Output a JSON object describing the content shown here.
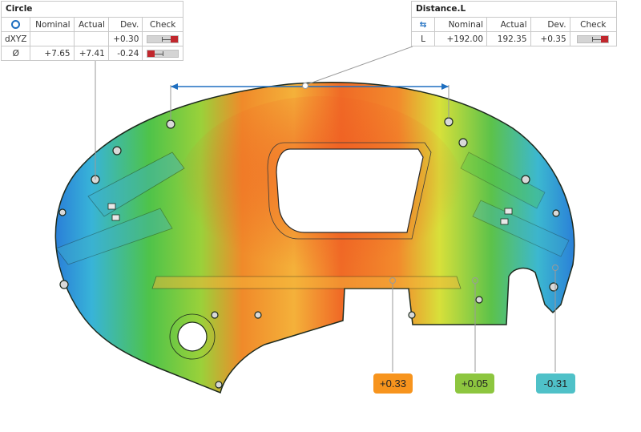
{
  "circle_panel": {
    "title": "Circle",
    "icon": "circle-icon",
    "headers": [
      "Nominal",
      "Actual",
      "Dev.",
      "Check"
    ],
    "rows": [
      {
        "label": "dXYZ",
        "nominal": "",
        "actual": "",
        "dev": "+0.30",
        "check": "out-of-tolerance-high"
      },
      {
        "label": "Ø",
        "nominal": "+7.65",
        "actual": "+7.41",
        "dev": "-0.24",
        "check": "out-of-tolerance-low"
      }
    ]
  },
  "distance_panel": {
    "title": "Distance.L",
    "icon": "distance-arrows-icon",
    "headers": [
      "Nominal",
      "Actual",
      "Dev.",
      "Check"
    ],
    "rows": [
      {
        "label": "L",
        "nominal": "+192.00",
        "actual": "192.35",
        "dev": "+0.35",
        "check": "out-of-tolerance-high"
      }
    ]
  },
  "deviation_labels": [
    {
      "value": "+0.33",
      "color": "#f7941d"
    },
    {
      "value": "+0.05",
      "color": "#8dc63f"
    },
    {
      "value": "-0.31",
      "color": "#4fc1c8"
    }
  ],
  "colors": {
    "dimension_line": "#1f6fc0",
    "fail_marker": "#c1272d",
    "leader_line": "#9a9a9a",
    "panel_border": "#c9c9c9"
  }
}
